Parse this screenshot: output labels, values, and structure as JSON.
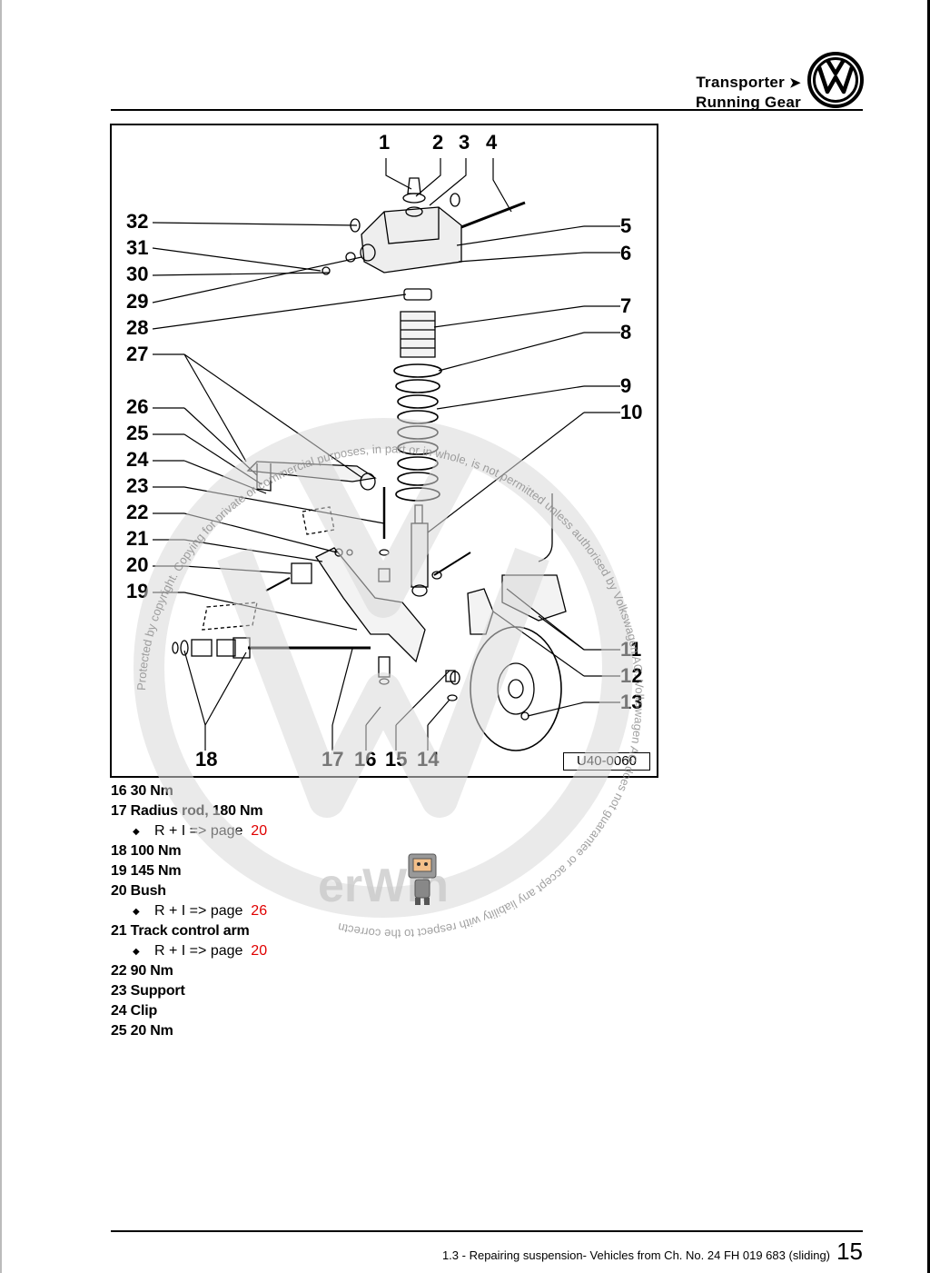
{
  "header": {
    "line1": "Transporter",
    "arrow": "➤",
    "line2": "Running Gear",
    "brand_logo": "vw-logo"
  },
  "figure": {
    "code": "U40-0060",
    "callouts_top": [
      "1",
      "2",
      "3",
      "4"
    ],
    "callouts_left": [
      "32",
      "31",
      "30",
      "29",
      "28",
      "27",
      "26",
      "25",
      "24",
      "23",
      "22",
      "21",
      "20",
      "19"
    ],
    "callouts_right": [
      "5",
      "6",
      "7",
      "8",
      "9",
      "10",
      "11",
      "12",
      "13"
    ],
    "callouts_bottom": [
      "18",
      "17",
      "16",
      "15",
      "14"
    ]
  },
  "legend": [
    {
      "num": "16",
      "text": "30 Nm"
    },
    {
      "num": "17",
      "text": "Radius rod, 180 Nm",
      "ref": {
        "label": "R + I => page",
        "page": "20"
      }
    },
    {
      "num": "18",
      "text": "100 Nm"
    },
    {
      "num": "19",
      "text": "145 Nm"
    },
    {
      "num": "20",
      "text": "Bush",
      "ref": {
        "label": "R + I => page",
        "page": "26"
      }
    },
    {
      "num": "21",
      "text": "Track control arm",
      "ref": {
        "label": "R + I => page",
        "page": "20"
      }
    },
    {
      "num": "22",
      "text": "90 Nm"
    },
    {
      "num": "23",
      "text": "Support"
    },
    {
      "num": "24",
      "text": "Clip"
    },
    {
      "num": "25",
      "text": "20 Nm"
    }
  ],
  "footer": {
    "description": "1.3 - Repairing suspension- Vehicles from Ch. No. 24 FH 019 683 (sliding)",
    "page_number": "15"
  },
  "watermark": {
    "text_arc": "Protected by copyright. Copying for private or commercial purposes, in part or in whole, is not permitted unless authorised by Volkswagen AG. Volkswagen AG does not guarantee or accept any liability with respect to the correctness of information in this document. Copyright by Volkswagen AG.",
    "brand": "erWin"
  },
  "colors": {
    "link_page": "#e00000",
    "watermark": "#d9d9d9"
  }
}
